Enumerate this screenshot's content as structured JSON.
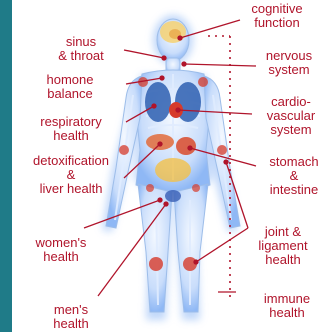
{
  "colors": {
    "accent_bar": "#1f7b88",
    "label_text": "#b0142b",
    "leader_line": "#b0142b",
    "body_glow": "#8fb8f5",
    "organ_red": "#d63a2a",
    "lung_blue": "#2e5fb0",
    "brain_yellow": "#f4d37a"
  },
  "labels": {
    "cognitive": "cognitive\nfunction",
    "sinus": "sinus\n& throat",
    "nervous": "nervous\nsystem",
    "hormone": "homone\nbalance",
    "cardio": "cardio-\nvascular\nsystem",
    "respiratory": "respiratory\nhealth",
    "detox": "detoxification\n&\nliver health",
    "stomach": "stomach\n&\nintestine",
    "joint": "joint &\nligament\nhealth",
    "women": "women's\nhealth",
    "immune": "immune\nhealth",
    "men": "men's\nhealth"
  }
}
